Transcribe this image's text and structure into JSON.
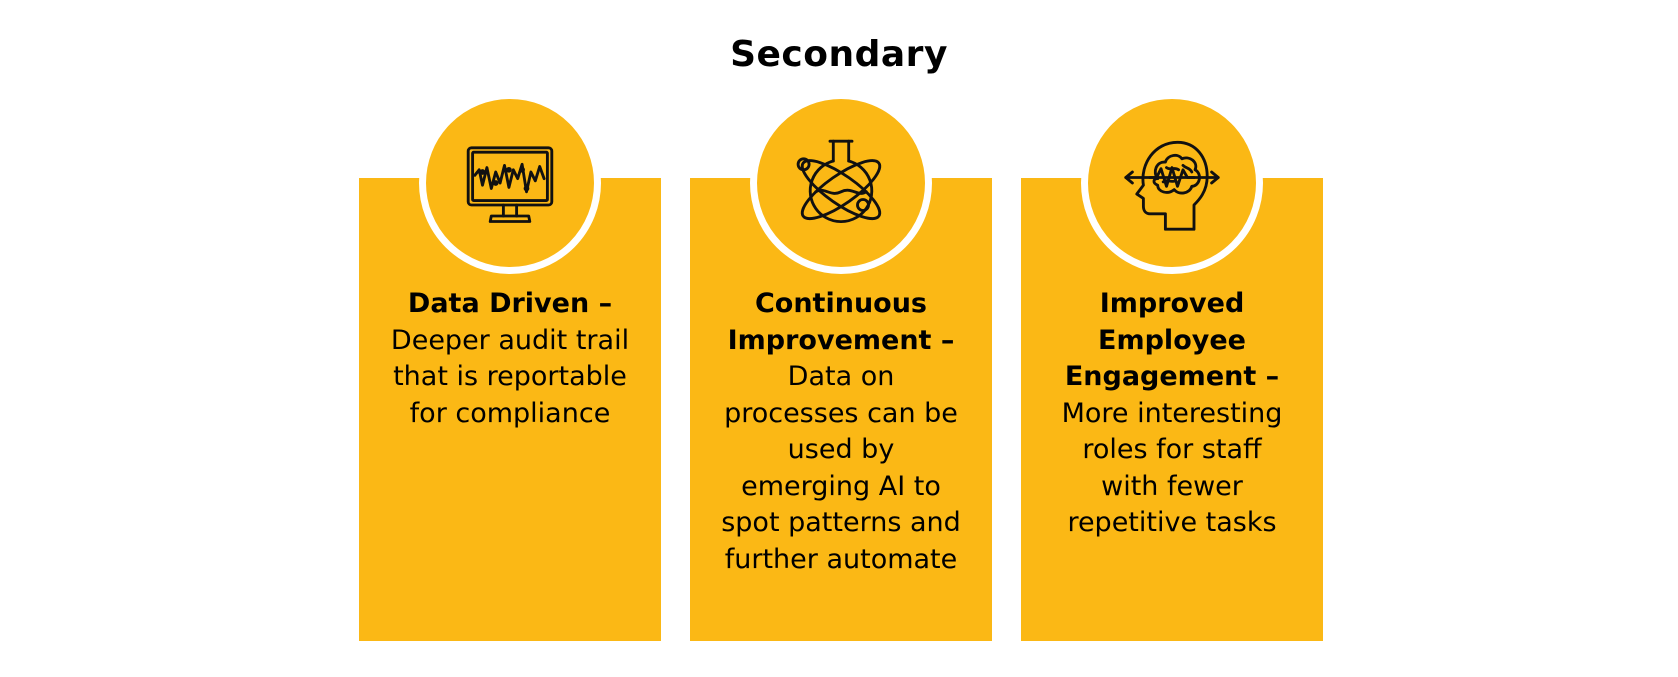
{
  "title": "Secondary",
  "colors": {
    "card": "#FBB815",
    "ring": "#FFFFFF",
    "icon_stroke": "#111111"
  },
  "cards": [
    {
      "icon": "monitor-waveform-icon",
      "heading": "Data Driven",
      "dash": " –",
      "body": "Deeper audit trail that is reportable for compliance"
    },
    {
      "icon": "flask-atom-icon",
      "heading": "Continuous Improvement",
      "dash": " –",
      "body": "Data on processes can be used by emerging AI to spot patterns and further automate"
    },
    {
      "icon": "head-brain-icon",
      "heading": "Improved Employee Engagement",
      "dash": " –",
      "body": "More interesting roles for staff with fewer repetitive tasks"
    }
  ]
}
